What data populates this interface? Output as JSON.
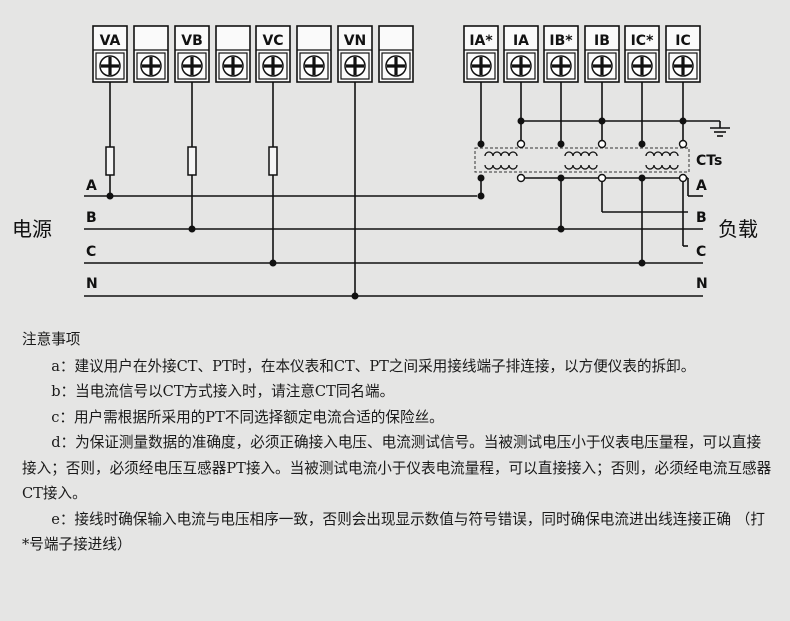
{
  "diagram": {
    "terminals_left": [
      "VA",
      "",
      "VB",
      "",
      "VC",
      "",
      "VN",
      ""
    ],
    "terminals_right": [
      "IA*",
      "IA",
      "IB*",
      "IB",
      "IC*",
      "IC"
    ],
    "source_label": "电源",
    "load_label": "负载",
    "ct_label": "CTs",
    "lines_left": [
      "A",
      "B",
      "C",
      "N"
    ],
    "lines_right": [
      "A",
      "B",
      "C",
      "N"
    ]
  },
  "notes": {
    "title": "注意事项",
    "items": [
      "a：建议用户在外接CT、PT时，在本仪表和CT、PT之间采用接线端子排连接，以方便仪表的拆卸。",
      "b：当电流信号以CT方式接入时，请注意CT同名端。",
      "c：用户需根据所采用的PT不同选择额定电流合适的保险丝。",
      "d：为保证测量数据的准确度，必须正确接入电压、电流测试信号。当被测试电压小于仪表电压量程，可以直接接入；否则，必须经电压互感器PT接入。当被测试电流小于仪表电流量程，可以直接接入；否则，必须经电流互感器CT接入。",
      "e：接线时确保输入电流与电压相序一致，否则会出现显示数值与符号错误，同时确保电流进出线连接正确 （打*号端子接进线）"
    ]
  }
}
